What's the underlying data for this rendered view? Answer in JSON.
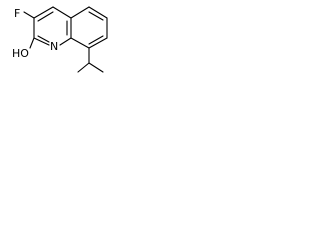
{
  "molecule": {
    "atoms": {
      "fluorine": "F",
      "hydroxyl": "HO",
      "nitrogen": "N"
    }
  }
}
